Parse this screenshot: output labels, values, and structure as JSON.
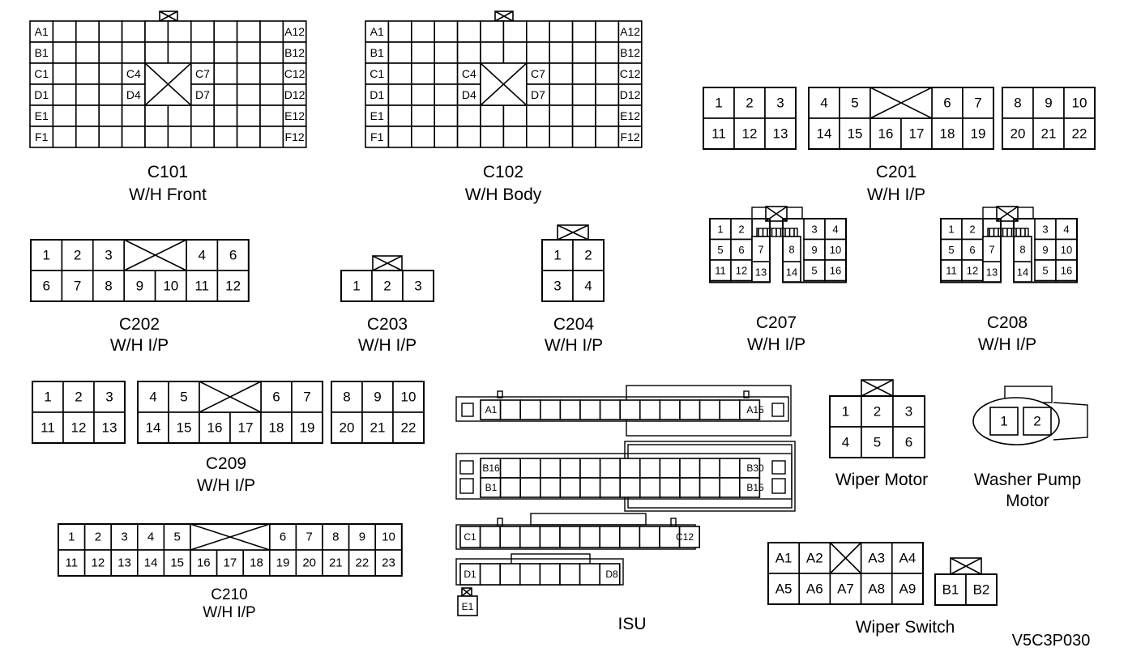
{
  "figure_code": "V5C3P030",
  "connectors": {
    "c101": {
      "name": "C101",
      "desc": "W/H Front",
      "rows": [
        "A",
        "B",
        "C",
        "D",
        "E",
        "F"
      ],
      "left": [
        "A1",
        "B1",
        "C1",
        "D1",
        "E1",
        "F1"
      ],
      "right": [
        "A12",
        "B12",
        "C12",
        "D12",
        "E12",
        "F12"
      ],
      "mid_left": [
        "C4",
        "D4"
      ],
      "mid_right": [
        "C7",
        "D7"
      ]
    },
    "c102": {
      "name": "C102",
      "desc": "W/H Body",
      "left": [
        "A1",
        "B1",
        "C1",
        "D1",
        "E1",
        "F1"
      ],
      "right": [
        "A12",
        "B12",
        "C12",
        "D12",
        "E12",
        "F12"
      ],
      "mid_left": [
        "C4",
        "D4"
      ],
      "mid_right": [
        "C7",
        "D7"
      ]
    },
    "c201": {
      "name": "C201",
      "desc": "W/H I/P",
      "top": [
        "1",
        "2",
        "3",
        "4",
        "5",
        "6",
        "7",
        "8",
        "9",
        "10"
      ],
      "bottom": [
        "11",
        "12",
        "13",
        "14",
        "15",
        "16",
        "17",
        "18",
        "19",
        "20",
        "21",
        "22"
      ]
    },
    "c202": {
      "name": "C202",
      "desc": "W/H I/P",
      "top": [
        "1",
        "2",
        "3",
        "4",
        "6"
      ],
      "bottom": [
        "6",
        "7",
        "8",
        "9",
        "10",
        "11",
        "12"
      ]
    },
    "c203": {
      "name": "C203",
      "desc": "W/H I/P",
      "pins": [
        "1",
        "2",
        "3"
      ]
    },
    "c204": {
      "name": "C204",
      "desc": "W/H I/P",
      "pins": [
        "1",
        "2",
        "3",
        "4"
      ]
    },
    "c207": {
      "name": "C207",
      "desc": "W/H I/P",
      "pins": [
        "1",
        "2",
        "3",
        "4",
        "5",
        "6",
        "7",
        "8",
        "9",
        "10",
        "11",
        "12",
        "13",
        "14",
        "5",
        "16"
      ]
    },
    "c208": {
      "name": "C208",
      "desc": "W/H I/P",
      "pins": [
        "1",
        "2",
        "3",
        "4",
        "5",
        "6",
        "7",
        "8",
        "9",
        "10",
        "11",
        "12",
        "13",
        "14",
        "5",
        "16"
      ]
    },
    "c209": {
      "name": "C209",
      "desc": "W/H I/P",
      "top": [
        "1",
        "2",
        "3",
        "4",
        "5",
        "6",
        "7",
        "8",
        "9",
        "10"
      ],
      "bottom": [
        "11",
        "12",
        "13",
        "14",
        "15",
        "16",
        "17",
        "18",
        "19",
        "20",
        "21",
        "22"
      ]
    },
    "c210": {
      "name": "C210",
      "desc": "W/H I/P",
      "top": [
        "1",
        "2",
        "3",
        "4",
        "5",
        "6",
        "7",
        "8",
        "9",
        "10"
      ],
      "bottom": [
        "11",
        "12",
        "13",
        "14",
        "15",
        "16",
        "17",
        "18",
        "19",
        "20",
        "21",
        "22",
        "23"
      ]
    },
    "isu": {
      "name": "ISU",
      "pins": [
        "A1",
        "A15",
        "B16",
        "B30",
        "B1",
        "B15",
        "C1",
        "C12",
        "D1",
        "D8",
        "E1"
      ]
    },
    "wiper_motor": {
      "name": "Wiper Motor",
      "pins": [
        "1",
        "2",
        "3",
        "4",
        "5",
        "6"
      ]
    },
    "washer_pump": {
      "name_line1": "Washer Pump",
      "name_line2": "Motor",
      "pins": [
        "1",
        "2"
      ]
    },
    "wiper_switch": {
      "name": "Wiper Switch",
      "pins": [
        "A1",
        "A2",
        "A3",
        "A4",
        "A5",
        "A6",
        "A7",
        "A8",
        "A9",
        "B1",
        "B2"
      ]
    }
  }
}
